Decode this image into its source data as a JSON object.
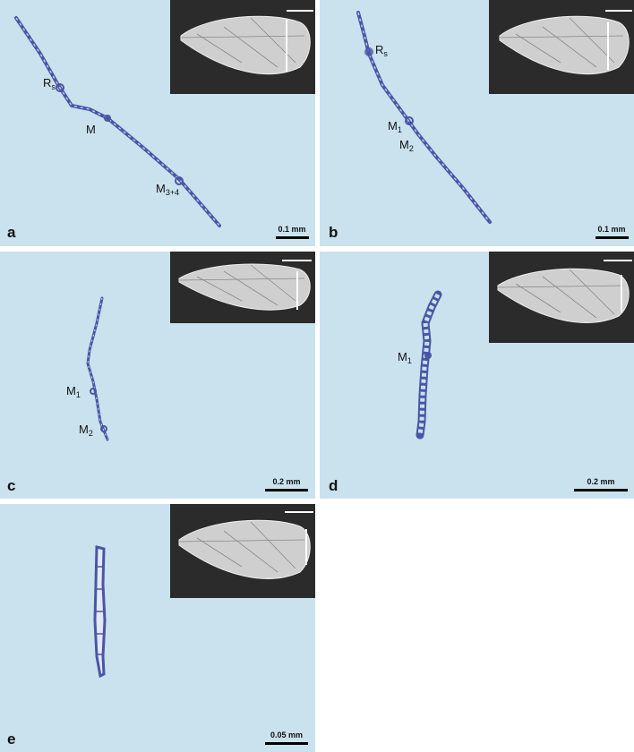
{
  "panels": [
    {
      "id": "a",
      "letter": "a",
      "scale": "0.1 mm",
      "labels": [
        {
          "base": "R",
          "sub": "s"
        },
        {
          "base": "M",
          "sub": ""
        },
        {
          "base": "M",
          "sub": "3+4"
        }
      ]
    },
    {
      "id": "b",
      "letter": "b",
      "scale": "0.1 mm",
      "labels": [
        {
          "base": "R",
          "sub": "s"
        },
        {
          "base": "M",
          "sub": "1"
        },
        {
          "base": "M",
          "sub": "2"
        }
      ]
    },
    {
      "id": "c",
      "letter": "c",
      "scale": "0.2 mm",
      "labels": [
        {
          "base": "M",
          "sub": "1"
        },
        {
          "base": "M",
          "sub": "2"
        }
      ]
    },
    {
      "id": "d",
      "letter": "d",
      "scale": "0.2 mm",
      "labels": [
        {
          "base": "M",
          "sub": "1"
        }
      ]
    },
    {
      "id": "e",
      "letter": "e",
      "scale": "0.05 mm",
      "labels": []
    }
  ],
  "colors": {
    "background": "#c9e2ee",
    "section_stain": "#4a55a6",
    "inset_bg": "#2b2b2b",
    "wing": "#cfcfcf"
  }
}
